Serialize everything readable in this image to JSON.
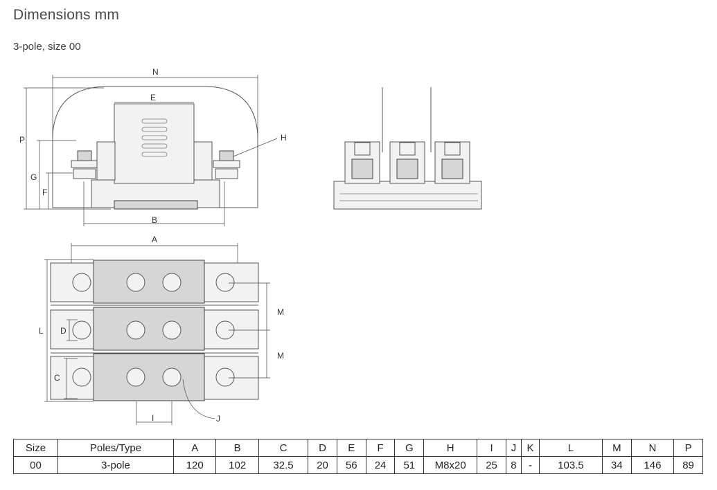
{
  "header": {
    "title": "Dimensions mm",
    "subtitle": "3-pole, size 00"
  },
  "drawing": {
    "side_view_labels": {
      "N": "N",
      "E": "E",
      "H": "H",
      "P": "P",
      "G": "G",
      "F": "F",
      "B": "B"
    },
    "top_view_labels": {
      "A": "A",
      "M1": "M",
      "M2": "M",
      "L": "L",
      "D": "D",
      "C": "C",
      "I": "I",
      "J": "J"
    }
  },
  "table": {
    "headers": [
      "Size",
      "Poles/Type",
      "A",
      "B",
      "C",
      "D",
      "E",
      "F",
      "G",
      "H",
      "I",
      "J",
      "K",
      "L",
      "M",
      "N",
      "P"
    ],
    "rows": [
      [
        "00",
        "3-pole",
        "120",
        "102",
        "32.5",
        "20",
        "56",
        "24",
        "51",
        "M8x20",
        "25",
        "8",
        "-",
        "103.5",
        "34",
        "146",
        "89"
      ]
    ]
  }
}
